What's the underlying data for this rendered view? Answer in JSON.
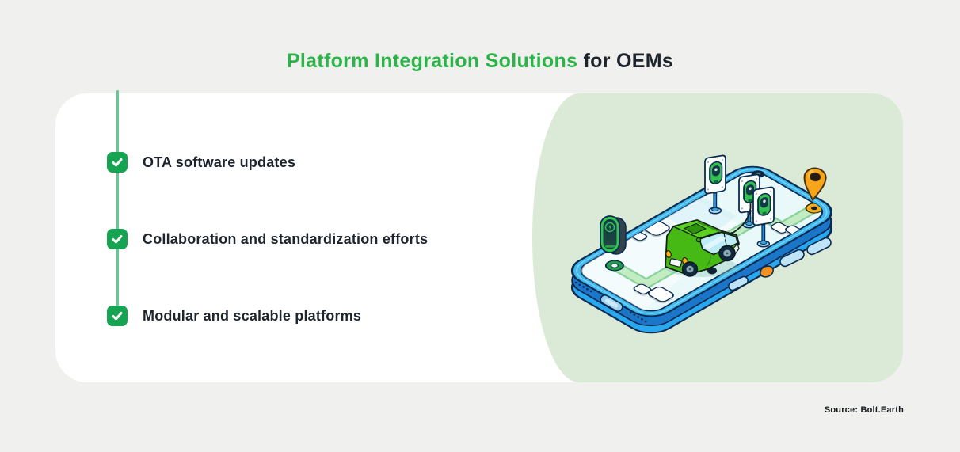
{
  "title": {
    "highlight": "Platform Integration Solutions",
    "rest": "for OEMs"
  },
  "checklist": {
    "items": [
      {
        "label": "OTA software updates"
      },
      {
        "label": "Collaboration and standardization efforts"
      },
      {
        "label": "Modular and scalable platforms"
      }
    ]
  },
  "source": {
    "label": "Source: Bolt.Earth"
  },
  "illustration": {
    "description": "Isometric smartphone showing an EV route map with a green electric car, three charging-station signposts, a wall charger, a start ring and an orange destination pin",
    "icons": [
      "smartphone-icon",
      "ev-car-icon",
      "charging-station-icon",
      "wall-charger-icon",
      "route-path",
      "start-ring-icon",
      "destination-pin-icon",
      "destination-ring-icon",
      "building-icons",
      "camera-icon"
    ]
  },
  "colors": {
    "accent_green": "#2cb34a",
    "check_green": "#17a452",
    "timeline_green": "#63c98c",
    "text_dark": "#1d242c",
    "page_bg": "#f0f1ef",
    "card_bg": "#ffffff",
    "panel_green": "#dbead7",
    "phone_blue": "#3eb9f0",
    "phone_side_blue": "#1b76c9",
    "phone_rim_blue": "#29a8ef",
    "screen_cyan": "#e9f8f9",
    "route_green": "#c3ecc2",
    "car_green": "#46b915",
    "station_green": "#35c053",
    "pin_orange": "#f7a61b",
    "button_orange": "#f59120"
  }
}
